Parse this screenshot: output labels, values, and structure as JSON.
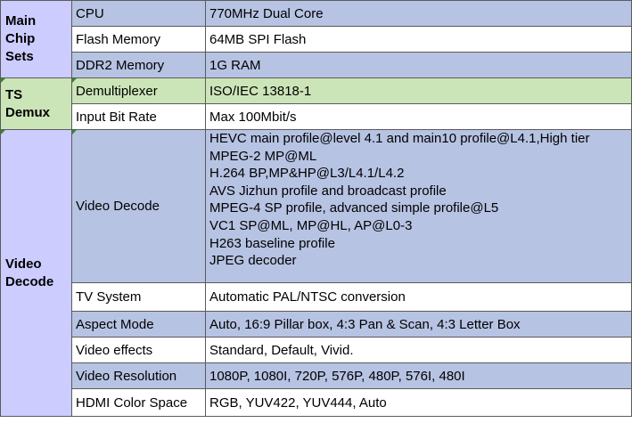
{
  "colors": {
    "group_bg": "#ccccff",
    "blue_row": "#b7c3e3",
    "green_row": "#cce5b8",
    "white_row": "#ffffff",
    "border": "#5b5b5b",
    "corner_mark": "#2e8b2e"
  },
  "groups": [
    {
      "label": "Main\nChip\nSets",
      "rows": [
        {
          "label": "CPU",
          "value": "770MHz Dual Core",
          "shade": "blue"
        },
        {
          "label": "Flash Memory",
          "value": "64MB SPI Flash",
          "shade": "white"
        },
        {
          "label": "DDR2 Memory",
          "value": "1G RAM",
          "shade": "blue"
        }
      ]
    },
    {
      "label": "TS\nDemux",
      "rows": [
        {
          "label": "Demultiplexer",
          "value": "ISO/IEC 13818-1",
          "shade": "green"
        },
        {
          "label": "Input Bit Rate",
          "value": "Max 100Mbit/s",
          "shade": "white"
        }
      ]
    },
    {
      "label": "Video\nDecode",
      "rows": [
        {
          "label": "Video Decode",
          "shade": "blue",
          "lines": [
            "HEVC main profile@level 4.1 and main10 profile@L4.1,High tier",
            "MPEG-2 MP@ML",
            "H.264 BP,MP&HP@L3/L4.1/L4.2",
            "AVS Jizhun profile and broadcast profile",
            "MPEG-4 SP profile, advanced simple profile@L5",
            "VC1 SP@ML, MP@HL, AP@L0-3",
            "H263 baseline profile",
            "JPEG decoder"
          ]
        },
        {
          "label": "TV System",
          "value": "Automatic PAL/NTSC conversion",
          "shade": "white"
        },
        {
          "label": "Aspect Mode",
          "value": "Auto, 16:9 Pillar box, 4:3 Pan & Scan, 4:3 Letter Box",
          "shade": "blue"
        },
        {
          "label": "Video effects",
          "value": "Standard, Default, Vivid.",
          "shade": "white"
        },
        {
          "label": "Video Resolution",
          "value": "1080P, 1080I, 720P, 576P, 480P, 576I, 480I",
          "shade": "blue"
        },
        {
          "label": "HDMI Color Space",
          "value": "RGB, YUV422, YUV444, Auto",
          "shade": "white"
        }
      ]
    }
  ]
}
